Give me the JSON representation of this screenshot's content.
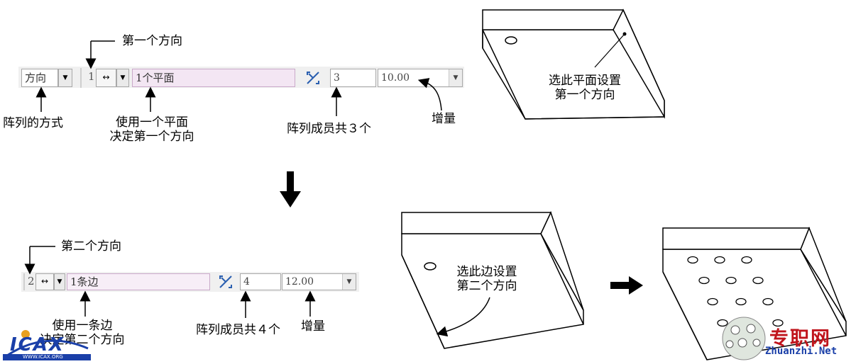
{
  "top": {
    "dir1_caption": "第一个方向",
    "mode_value": "方向",
    "dir_index": "1",
    "ref_value": "1个平面",
    "count_value": "3",
    "increment_value": "10.00",
    "label_mode": "阵列的方式",
    "label_ref_line1": "使用一个平面",
    "label_ref_line2": "决定第一个方向",
    "label_count": "阵列成员共３个",
    "label_increment": "增量",
    "callout_line1": "选此平面设置",
    "callout_line2": "第一个方向"
  },
  "bottom": {
    "dir2_caption": "第二个方向",
    "dir_index": "2",
    "ref_value": "1条边",
    "count_value": "4",
    "increment_value": "12.00",
    "label_ref_line1": "使用一条边",
    "label_ref_line2": "决定第二个方向",
    "label_count": "阵列成员共４个",
    "label_increment": "增量",
    "callout_line1": "选此边设置",
    "callout_line2": "第二个方向"
  },
  "icons": {
    "down_arrow": "down-arrow-icon",
    "right_arrow": "right-arrow-icon",
    "flip": "flip-direction-icon",
    "bidirection": "bidirection-icon"
  },
  "watermarks": {
    "left_logo_text": "ICAX",
    "left_logo_url": "WWW.ICAX.ORG",
    "right_logo_cn": "专职网",
    "right_logo_en": "Zhuanzhi.Net"
  },
  "colors": {
    "ref_field": "#f3e6f3",
    "toolbar": "#f0f0f0",
    "watermark_red": "#c0141c",
    "watermark_blue": "#1a3fa8"
  }
}
